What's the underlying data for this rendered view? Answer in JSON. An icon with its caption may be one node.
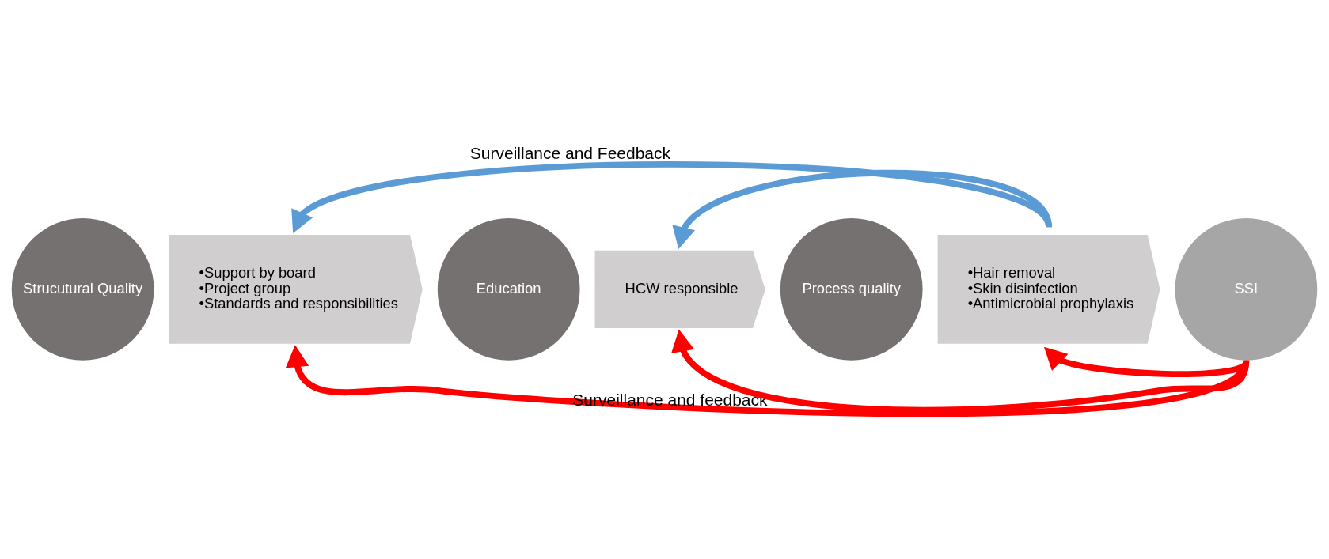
{
  "diagram": {
    "nodes": [
      {
        "text": [
          "Strucutural Quality"
        ]
      },
      {
        "text": [
          "•Support by board",
          "•Project group",
          "•Standards and responsibilities"
        ]
      },
      {
        "text": [
          "Education"
        ]
      },
      {
        "text": [
          "HCW responsible"
        ]
      },
      {
        "text": [
          "Process quality"
        ]
      },
      {
        "text": [
          "•Hair removal",
          "•Skin disinfection",
          "•Antimicrobial prophylaxis"
        ]
      },
      {
        "text": [
          "SSI"
        ]
      }
    ],
    "edges": [
      {
        "from": 5,
        "to": 1,
        "arrow": "to",
        "label": "Surveillance and Feedback",
        "color": "#5b9bd5"
      },
      {
        "from": 5,
        "to": 3,
        "arrow": "to",
        "color": "#5b9bd5"
      },
      {
        "from": 6,
        "to": 1,
        "arrow": "to",
        "label": "Surveillance and feedback"
      },
      {
        "from": 6,
        "to": 3,
        "arrow": "to"
      },
      {
        "from": 6,
        "to": 5,
        "arrow": "to"
      }
    ]
  }
}
